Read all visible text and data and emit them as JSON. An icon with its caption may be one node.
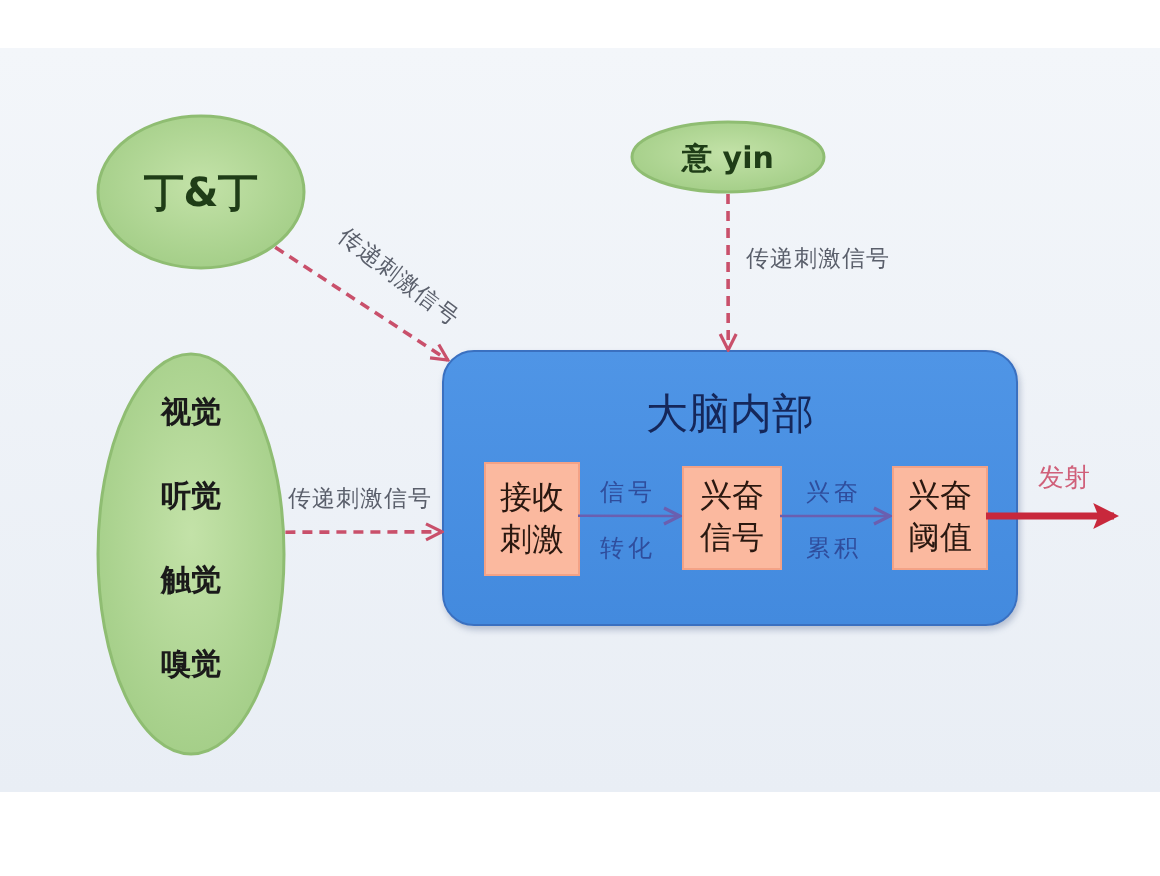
{
  "diagram": {
    "nodes": [
      {
        "text": [
          "丁&丁"
        ]
      },
      {
        "text": [
          "意 yin"
        ]
      },
      {
        "text": [
          "视觉",
          "听觉",
          "触觉",
          "嗅觉"
        ]
      },
      {
        "text": [
          "大脑内部"
        ]
      },
      {
        "text": [
          "接收刺激"
        ],
        "in": 3
      },
      {
        "text": [
          "兴奋信号"
        ],
        "in": 3
      },
      {
        "text": [
          "兴奋阈值"
        ],
        "in": 3
      }
    ],
    "edges": [
      {
        "from": 0,
        "to": 3,
        "arrow": "to",
        "label": "传递刺激信号",
        "style": "dashed"
      },
      {
        "from": 1,
        "to": 3,
        "arrow": "to",
        "label": "传递刺激信号",
        "style": "dashed"
      },
      {
        "from": 2,
        "to": 3,
        "arrow": "to",
        "label": "传递刺激信号",
        "style": "dashed"
      },
      {
        "from": 4,
        "to": 5,
        "arrow": "to",
        "label": "信号转化",
        "color": "#6a5fb0"
      },
      {
        "from": 5,
        "to": 6,
        "arrow": "to",
        "label": "兴奋累积",
        "color": "#6a5fb0"
      },
      {
        "from": 6,
        "to": null,
        "arrow": "to",
        "label": "发射",
        "style": "thick",
        "color": "#c8283c"
      }
    ]
  }
}
